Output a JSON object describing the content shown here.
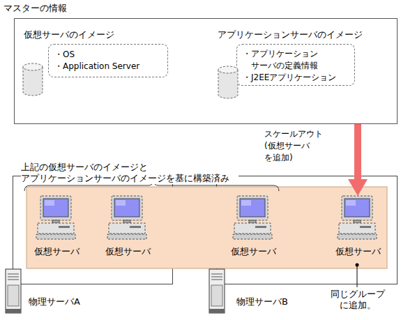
{
  "diagram": {
    "nodes": [
      {
        "text": [
          "マスターの情報"
        ]
      },
      {
        "text": [
          "仮想サーバのイメージ",
          "・OS",
          "・Application Server"
        ],
        "in": 0
      },
      {
        "text": [
          "アプリケーションサーバのイメージ",
          "・アプリケーション サーバの定義情報",
          "・J2EEアプリケーション"
        ],
        "in": 0
      },
      {
        "text": [
          "物理サーバA"
        ]
      },
      {
        "text": [
          "仮想サーバ"
        ],
        "in": 3
      },
      {
        "text": [
          "仮想サーバ"
        ],
        "in": 3
      },
      {
        "text": [
          "物理サーバB"
        ]
      },
      {
        "text": [
          "仮想サーバ"
        ],
        "in": 6
      },
      {
        "text": [
          "仮想サーバ"
        ],
        "in": 6
      }
    ],
    "edges": [
      {
        "from": 0,
        "to": 8,
        "arrow": "to",
        "label": "スケールアウト (仮想サーバ を追加)"
      }
    ],
    "labels": [
      "上記の仮想サーバのイメージと アプリケーションサーバのイメージを基に構築済み",
      "同じグループ に追加。"
    ]
  }
}
